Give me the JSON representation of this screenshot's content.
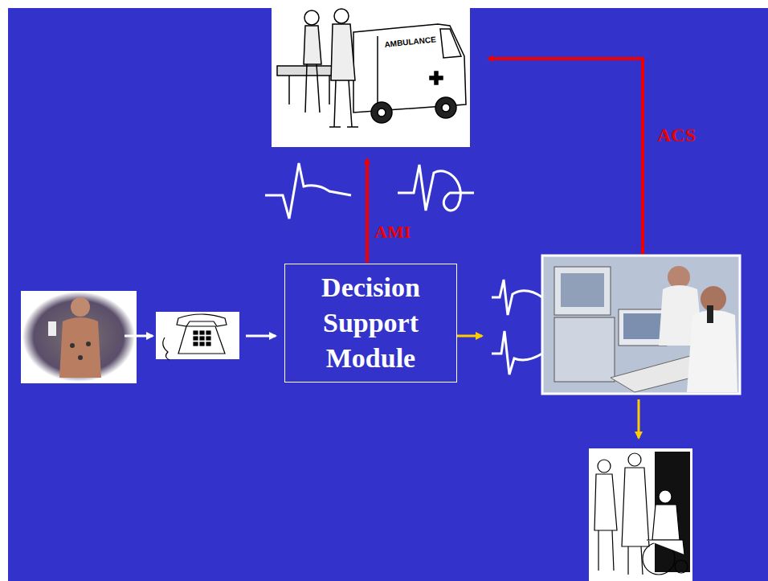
{
  "diagram": {
    "nodes": [
      {
        "text": [
          "Decision Support Module"
        ]
      }
    ],
    "labels": [
      "AMI",
      "ACS",
      "AMBULANCE"
    ]
  }
}
